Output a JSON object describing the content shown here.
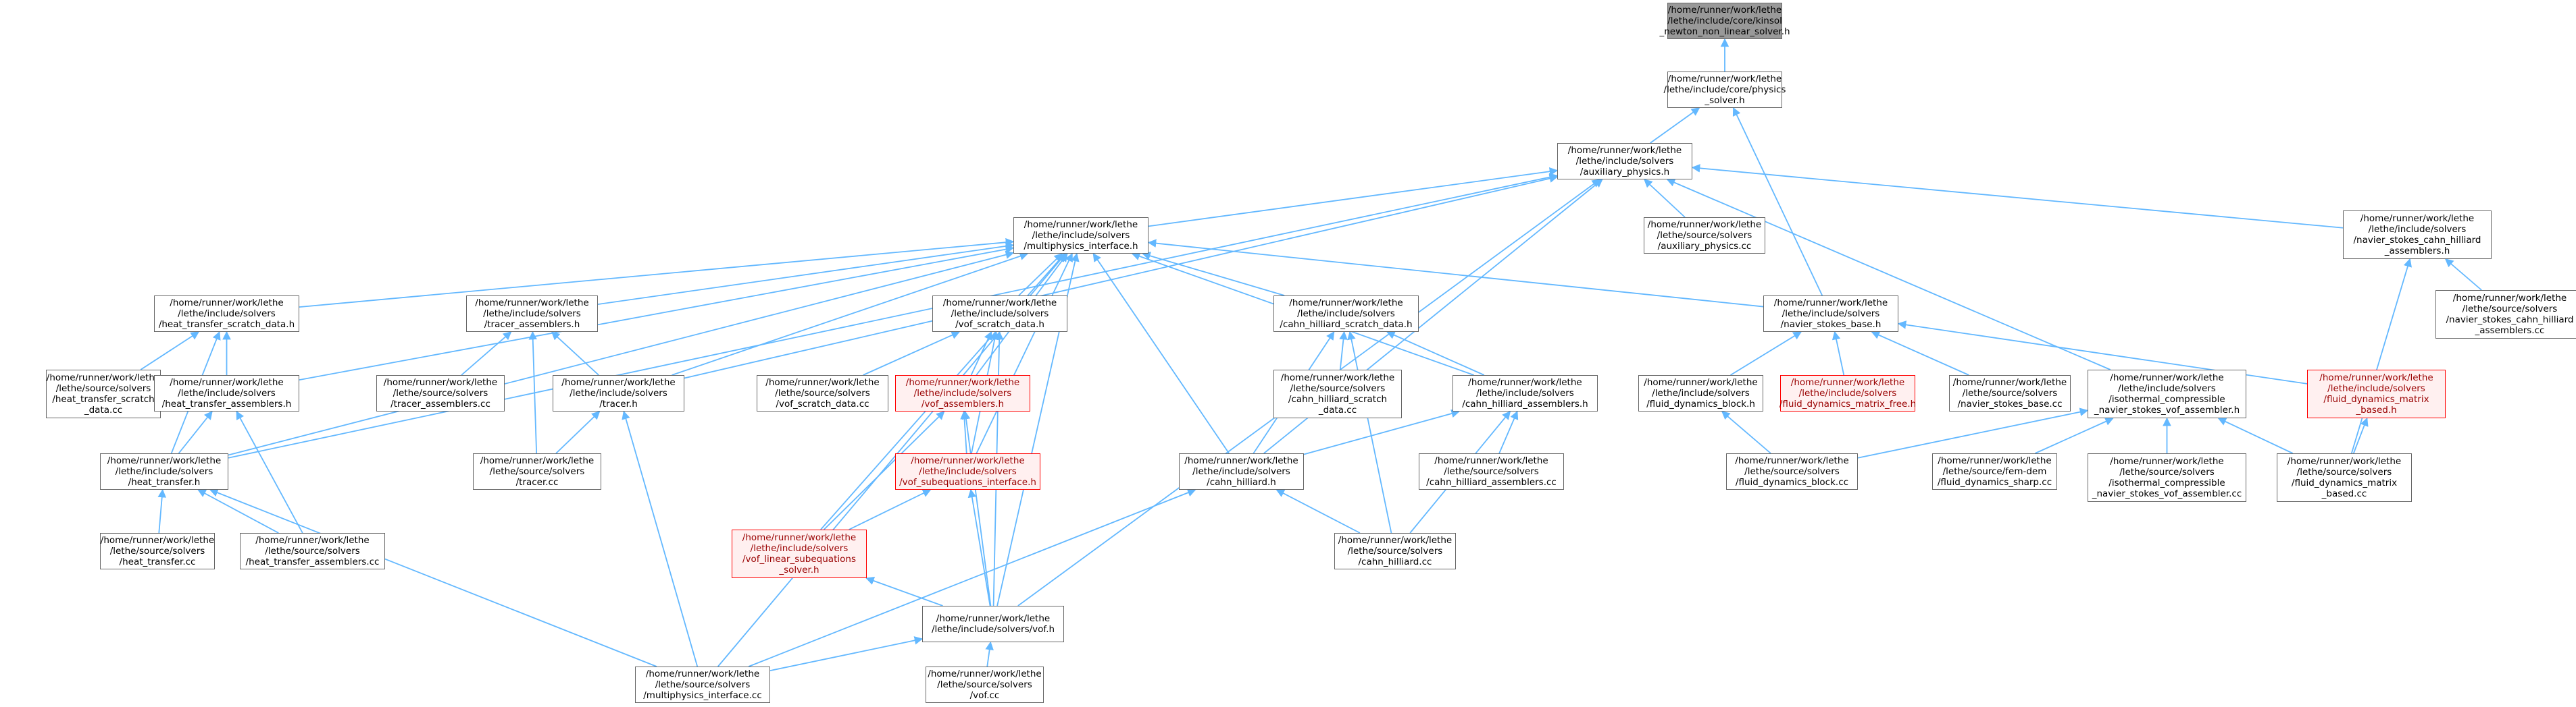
{
  "graph": {
    "edge_color": "#63b8ff",
    "nodes": [
      {
        "id": "n0",
        "label": "/home/runner/work/lethe\n/lethe/include/core/kinsol\n_newton_non_linear_solver.h",
        "style": "root"
      },
      {
        "id": "n1",
        "label": "/home/runner/work/lethe\n/lethe/include/core/physics\n_solver.h",
        "style": "normal"
      },
      {
        "id": "n2",
        "label": "/home/runner/work/lethe\n/lethe/include/solvers\n/auxiliary_physics.h",
        "style": "normal"
      },
      {
        "id": "n3",
        "label": "/home/runner/work/lethe\n/lethe/include/solvers\n/multiphysics_interface.h",
        "style": "normal"
      },
      {
        "id": "n4",
        "label": "/home/runner/work/lethe\n/lethe/source/solvers\n/auxiliary_physics.cc",
        "style": "normal"
      },
      {
        "id": "n5",
        "label": "/home/runner/work/lethe\n/lethe/include/solvers\n/navier_stokes_cahn_hilliard\n_assemblers.h",
        "style": "normal"
      },
      {
        "id": "n6",
        "label": "/home/runner/work/lethe\n/lethe/source/solvers\n/navier_stokes_cahn_hilliard\n_assemblers.cc",
        "style": "normal"
      },
      {
        "id": "n7",
        "label": "/home/runner/work/lethe\n/lethe/include/solvers\n/heat_transfer_scratch_data.h",
        "style": "normal"
      },
      {
        "id": "n8",
        "label": "/home/runner/work/lethe\n/lethe/include/solvers\n/tracer_assemblers.h",
        "style": "normal"
      },
      {
        "id": "n9",
        "label": "/home/runner/work/lethe\n/lethe/include/solvers\n/vof_scratch_data.h",
        "style": "normal"
      },
      {
        "id": "n10",
        "label": "/home/runner/work/lethe\n/lethe/include/solvers\n/cahn_hilliard_scratch_data.h",
        "style": "normal"
      },
      {
        "id": "n11",
        "label": "/home/runner/work/lethe\n/lethe/include/solvers\n/navier_stokes_base.h",
        "style": "normal"
      },
      {
        "id": "n12",
        "label": "/home/runner/work/lethe\n/lethe/source/solvers\n/heat_transfer_scratch\n_data.cc",
        "style": "normal"
      },
      {
        "id": "n13",
        "label": "/home/runner/work/lethe\n/lethe/include/solvers\n/heat_transfer_assemblers.h",
        "style": "normal"
      },
      {
        "id": "n14",
        "label": "/home/runner/work/lethe\n/lethe/source/solvers\n/tracer_assemblers.cc",
        "style": "normal"
      },
      {
        "id": "n15",
        "label": "/home/runner/work/lethe\n/lethe/include/solvers\n/tracer.h",
        "style": "normal"
      },
      {
        "id": "n16",
        "label": "/home/runner/work/lethe\n/lethe/source/solvers\n/vof_scratch_data.cc",
        "style": "normal"
      },
      {
        "id": "n17",
        "label": "/home/runner/work/lethe\n/lethe/include/solvers\n/vof_assemblers.h",
        "style": "truncated"
      },
      {
        "id": "n18",
        "label": "/home/runner/work/lethe\n/lethe/source/solvers\n/cahn_hilliard_scratch\n_data.cc",
        "style": "normal"
      },
      {
        "id": "n19",
        "label": "/home/runner/work/lethe\n/lethe/include/solvers\n/cahn_hilliard_assemblers.h",
        "style": "normal"
      },
      {
        "id": "n20",
        "label": "/home/runner/work/lethe\n/lethe/include/solvers\n/fluid_dynamics_block.h",
        "style": "normal"
      },
      {
        "id": "n21",
        "label": "/home/runner/work/lethe\n/lethe/include/solvers\n/fluid_dynamics_matrix_free.h",
        "style": "truncated"
      },
      {
        "id": "n22",
        "label": "/home/runner/work/lethe\n/lethe/source/solvers\n/navier_stokes_base.cc",
        "style": "normal"
      },
      {
        "id": "n23",
        "label": "/home/runner/work/lethe\n/lethe/include/solvers\n/isothermal_compressible\n_navier_stokes_vof_assembler.h",
        "style": "normal"
      },
      {
        "id": "n24",
        "label": "/home/runner/work/lethe\n/lethe/include/solvers\n/fluid_dynamics_matrix\n_based.h",
        "style": "truncated"
      },
      {
        "id": "n25",
        "label": "/home/runner/work/lethe\n/lethe/include/solvers\n/heat_transfer.h",
        "style": "normal"
      },
      {
        "id": "n26",
        "label": "/home/runner/work/lethe\n/lethe/source/solvers\n/tracer.cc",
        "style": "normal"
      },
      {
        "id": "n27",
        "label": "/home/runner/work/lethe\n/lethe/include/solvers\n/vof_subequations_interface.h",
        "style": "truncated"
      },
      {
        "id": "n28",
        "label": "/home/runner/work/lethe\n/lethe/include/solvers\n/cahn_hilliard.h",
        "style": "normal"
      },
      {
        "id": "n29",
        "label": "/home/runner/work/lethe\n/lethe/source/solvers\n/cahn_hilliard_assemblers.cc",
        "style": "normal"
      },
      {
        "id": "n30",
        "label": "/home/runner/work/lethe\n/lethe/source/solvers\n/fluid_dynamics_block.cc",
        "style": "normal"
      },
      {
        "id": "n31",
        "label": "/home/runner/work/lethe\n/lethe/source/fem-dem\n/fluid_dynamics_sharp.cc",
        "style": "normal"
      },
      {
        "id": "n32",
        "label": "/home/runner/work/lethe\n/lethe/source/solvers\n/isothermal_compressible\n_navier_stokes_vof_assembler.cc",
        "style": "normal"
      },
      {
        "id": "n33",
        "label": "/home/runner/work/lethe\n/lethe/source/solvers\n/fluid_dynamics_matrix\n_based.cc",
        "style": "normal"
      },
      {
        "id": "n34",
        "label": "/home/runner/work/lethe\n/lethe/source/solvers\n/heat_transfer.cc",
        "style": "normal"
      },
      {
        "id": "n35",
        "label": "/home/runner/work/lethe\n/lethe/source/solvers\n/heat_transfer_assemblers.cc",
        "style": "normal"
      },
      {
        "id": "n36",
        "label": "/home/runner/work/lethe\n/lethe/include/solvers\n/vof_linear_subequations\n_solver.h",
        "style": "truncated"
      },
      {
        "id": "n37",
        "label": "/home/runner/work/lethe\n/lethe/source/solvers\n/cahn_hilliard.cc",
        "style": "normal"
      },
      {
        "id": "n38",
        "label": "/home/runner/work/lethe\n/lethe/include/solvers/vof.h",
        "style": "normal"
      },
      {
        "id": "n39",
        "label": "/home/runner/work/lethe\n/lethe/source/solvers\n/multiphysics_interface.cc",
        "style": "normal"
      },
      {
        "id": "n40",
        "label": "/home/runner/work/lethe\n/lethe/source/solvers\n/vof.cc",
        "style": "normal"
      }
    ],
    "edges": [
      [
        "n1",
        "n0"
      ],
      [
        "n2",
        "n1"
      ],
      [
        "n11",
        "n1"
      ],
      [
        "n3",
        "n2"
      ],
      [
        "n4",
        "n2"
      ],
      [
        "n5",
        "n2"
      ],
      [
        "n15",
        "n2"
      ],
      [
        "n23",
        "n2"
      ],
      [
        "n25",
        "n2"
      ],
      [
        "n28",
        "n2"
      ],
      [
        "n38",
        "n2"
      ],
      [
        "n6",
        "n5"
      ],
      [
        "n33",
        "n5"
      ],
      [
        "n7",
        "n3"
      ],
      [
        "n8",
        "n3"
      ],
      [
        "n9",
        "n3"
      ],
      [
        "n10",
        "n3"
      ],
      [
        "n11",
        "n3"
      ],
      [
        "n13",
        "n3"
      ],
      [
        "n15",
        "n3"
      ],
      [
        "n17",
        "n3"
      ],
      [
        "n19",
        "n3"
      ],
      [
        "n25",
        "n3"
      ],
      [
        "n27",
        "n3"
      ],
      [
        "n28",
        "n3"
      ],
      [
        "n36",
        "n3"
      ],
      [
        "n38",
        "n3"
      ],
      [
        "n39",
        "n3"
      ],
      [
        "n12",
        "n7"
      ],
      [
        "n13",
        "n7"
      ],
      [
        "n25",
        "n7"
      ],
      [
        "n14",
        "n8"
      ],
      [
        "n15",
        "n8"
      ],
      [
        "n26",
        "n8"
      ],
      [
        "n16",
        "n9"
      ],
      [
        "n17",
        "n9"
      ],
      [
        "n27",
        "n9"
      ],
      [
        "n38",
        "n9"
      ],
      [
        "n18",
        "n10"
      ],
      [
        "n19",
        "n10"
      ],
      [
        "n28",
        "n10"
      ],
      [
        "n37",
        "n10"
      ],
      [
        "n20",
        "n11"
      ],
      [
        "n21",
        "n11"
      ],
      [
        "n22",
        "n11"
      ],
      [
        "n24",
        "n11"
      ],
      [
        "n25",
        "n13"
      ],
      [
        "n35",
        "n13"
      ],
      [
        "n26",
        "n15"
      ],
      [
        "n39",
        "n15"
      ],
      [
        "n27",
        "n17"
      ],
      [
        "n36",
        "n17"
      ],
      [
        "n38",
        "n17"
      ],
      [
        "n28",
        "n19"
      ],
      [
        "n29",
        "n19"
      ],
      [
        "n37",
        "n19"
      ],
      [
        "n30",
        "n20"
      ],
      [
        "n30",
        "n23"
      ],
      [
        "n31",
        "n23"
      ],
      [
        "n32",
        "n23"
      ],
      [
        "n33",
        "n23"
      ],
      [
        "n33",
        "n24"
      ],
      [
        "n34",
        "n25"
      ],
      [
        "n35",
        "n25"
      ],
      [
        "n39",
        "n25"
      ],
      [
        "n36",
        "n27"
      ],
      [
        "n38",
        "n27"
      ],
      [
        "n37",
        "n28"
      ],
      [
        "n39",
        "n28"
      ],
      [
        "n38",
        "n36"
      ],
      [
        "n39",
        "n38"
      ],
      [
        "n40",
        "n38"
      ]
    ]
  }
}
